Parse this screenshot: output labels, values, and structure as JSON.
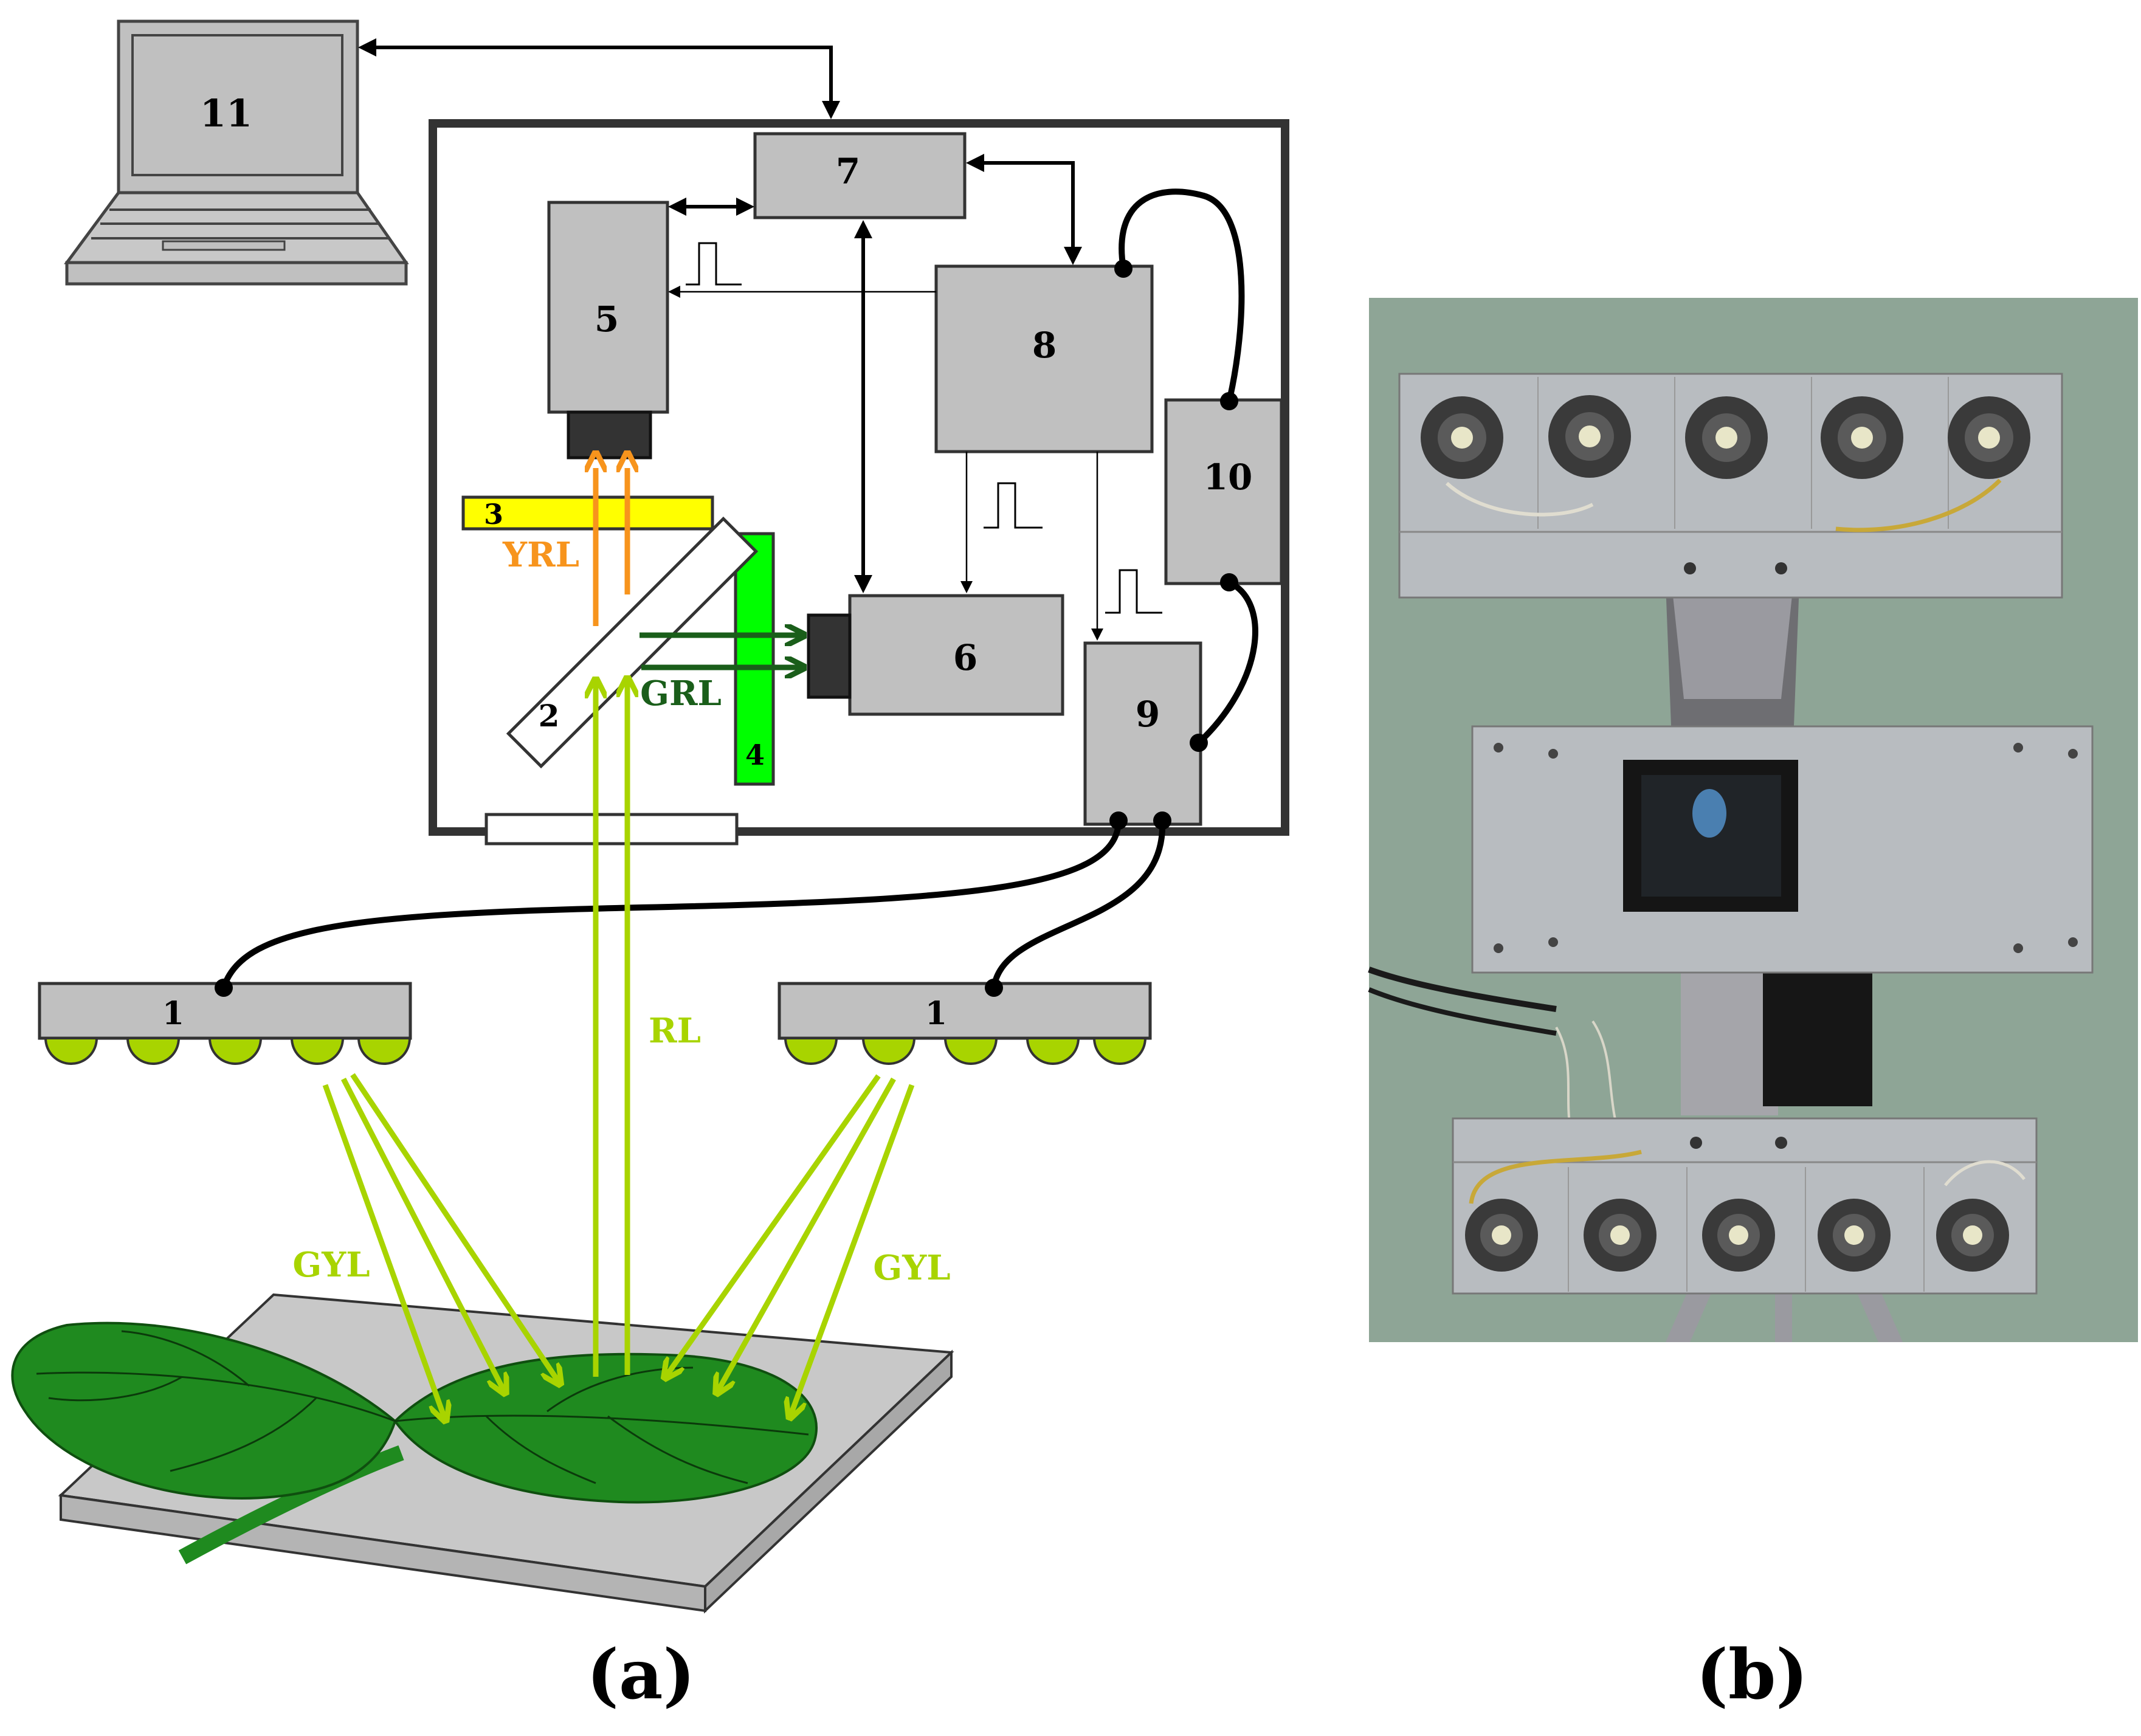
{
  "labels": {
    "laptop": "11",
    "controller": "7",
    "camera_yellow": "5",
    "trigger": "8",
    "power": "10",
    "camera_green": "6",
    "driver": "9",
    "filter_yellow": "3",
    "filter_green": "4",
    "beam_splitter": "2",
    "led_left": "1",
    "led_right": "1"
  },
  "light_labels": {
    "yrl": "YRL",
    "grl": "GRL",
    "rl": "RL",
    "gyl_left": "GYL",
    "gyl_right": "GYL"
  },
  "panels": {
    "a": "(a)",
    "b": "(b)"
  },
  "colors": {
    "box_fill": "#c0c0c0",
    "yellow_filter": "#ffff00",
    "green_filter": "#00ff00",
    "orange_light": "#f7941d",
    "yellow_green_light": "#a8d400",
    "dark_green_light": "#1a5e1a",
    "leaf": "#1f8a1f",
    "photo_background": "#8ea596"
  }
}
